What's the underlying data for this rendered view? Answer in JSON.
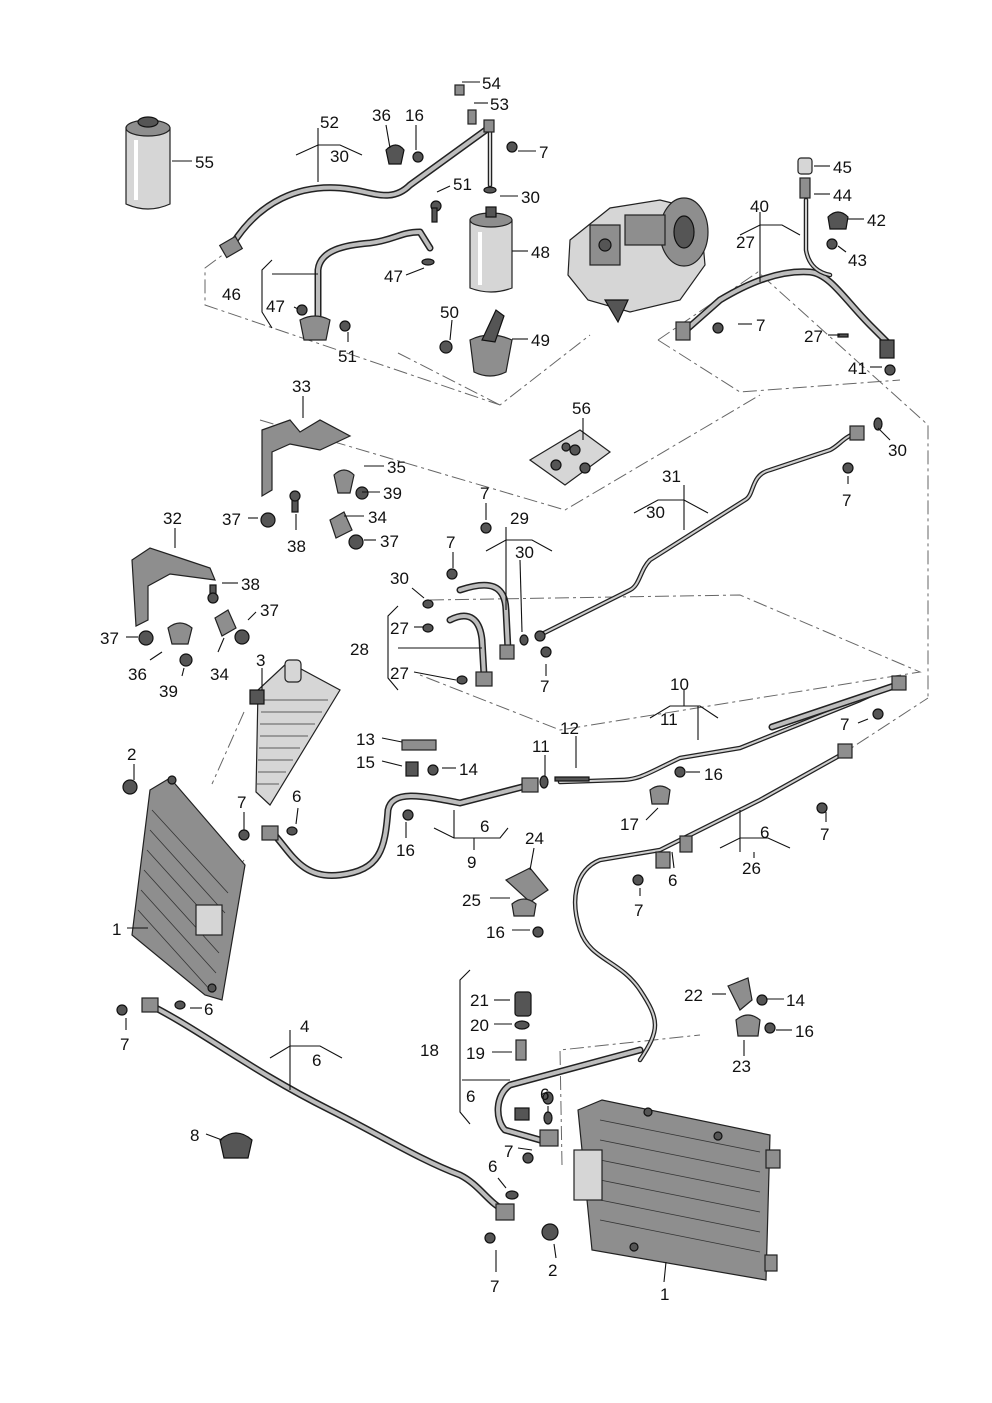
{
  "labels": [
    {
      "id": "55",
      "text": "55"
    },
    {
      "id": "52",
      "text": "52"
    },
    {
      "id": "30a",
      "text": "30"
    },
    {
      "id": "36a",
      "text": "36"
    },
    {
      "id": "16a",
      "text": "16"
    },
    {
      "id": "54",
      "text": "54"
    },
    {
      "id": "53",
      "text": "53"
    },
    {
      "id": "7a",
      "text": "7"
    },
    {
      "id": "51a",
      "text": "51"
    },
    {
      "id": "30b",
      "text": "30"
    },
    {
      "id": "48",
      "text": "48"
    },
    {
      "id": "47a",
      "text": "47"
    },
    {
      "id": "46",
      "text": "46"
    },
    {
      "id": "47b",
      "text": "47"
    },
    {
      "id": "51b",
      "text": "51"
    },
    {
      "id": "50",
      "text": "50"
    },
    {
      "id": "49",
      "text": "49"
    },
    {
      "id": "45",
      "text": "45"
    },
    {
      "id": "44",
      "text": "44"
    },
    {
      "id": "40",
      "text": "40"
    },
    {
      "id": "27a",
      "text": "27"
    },
    {
      "id": "42",
      "text": "42"
    },
    {
      "id": "43",
      "text": "43"
    },
    {
      "id": "7b",
      "text": "7"
    },
    {
      "id": "27b",
      "text": "27"
    },
    {
      "id": "41",
      "text": "41"
    },
    {
      "id": "56",
      "text": "56"
    },
    {
      "id": "33",
      "text": "33"
    },
    {
      "id": "35",
      "text": "35"
    },
    {
      "id": "39a",
      "text": "39"
    },
    {
      "id": "37a",
      "text": "37"
    },
    {
      "id": "34a",
      "text": "34"
    },
    {
      "id": "38a",
      "text": "38"
    },
    {
      "id": "37b",
      "text": "37"
    },
    {
      "id": "30c",
      "text": "30"
    },
    {
      "id": "31",
      "text": "31"
    },
    {
      "id": "30d",
      "text": "30"
    },
    {
      "id": "7c",
      "text": "7"
    },
    {
      "id": "7d",
      "text": "7"
    },
    {
      "id": "29",
      "text": "29"
    },
    {
      "id": "30e",
      "text": "30"
    },
    {
      "id": "7e",
      "text": "7"
    },
    {
      "id": "30f",
      "text": "30"
    },
    {
      "id": "28",
      "text": "28"
    },
    {
      "id": "27c",
      "text": "27"
    },
    {
      "id": "27d",
      "text": "27"
    },
    {
      "id": "7f",
      "text": "7"
    },
    {
      "id": "32",
      "text": "32"
    },
    {
      "id": "38b",
      "text": "38"
    },
    {
      "id": "37c",
      "text": "37"
    },
    {
      "id": "37d",
      "text": "37"
    },
    {
      "id": "36b",
      "text": "36"
    },
    {
      "id": "34b",
      "text": "34"
    },
    {
      "id": "39b",
      "text": "39"
    },
    {
      "id": "3",
      "text": "3"
    },
    {
      "id": "10",
      "text": "10"
    },
    {
      "id": "11a",
      "text": "11"
    },
    {
      "id": "7g",
      "text": "7"
    },
    {
      "id": "12",
      "text": "12"
    },
    {
      "id": "11b",
      "text": "11"
    },
    {
      "id": "13",
      "text": "13"
    },
    {
      "id": "15",
      "text": "15"
    },
    {
      "id": "14a",
      "text": "14"
    },
    {
      "id": "16b",
      "text": "16"
    },
    {
      "id": "17",
      "text": "17"
    },
    {
      "id": "7h",
      "text": "7"
    },
    {
      "id": "2a",
      "text": "2"
    },
    {
      "id": "7i",
      "text": "7"
    },
    {
      "id": "6a",
      "text": "6"
    },
    {
      "id": "6b",
      "text": "6"
    },
    {
      "id": "9",
      "text": "9"
    },
    {
      "id": "16c",
      "text": "16"
    },
    {
      "id": "6c",
      "text": "6"
    },
    {
      "id": "26",
      "text": "26"
    },
    {
      "id": "24",
      "text": "24"
    },
    {
      "id": "6d",
      "text": "6"
    },
    {
      "id": "7j",
      "text": "7"
    },
    {
      "id": "25",
      "text": "25"
    },
    {
      "id": "16d",
      "text": "16"
    },
    {
      "id": "1a",
      "text": "1"
    },
    {
      "id": "21",
      "text": "21"
    },
    {
      "id": "22",
      "text": "22"
    },
    {
      "id": "14b",
      "text": "14"
    },
    {
      "id": "20",
      "text": "20"
    },
    {
      "id": "16e",
      "text": "16"
    },
    {
      "id": "18",
      "text": "18"
    },
    {
      "id": "19",
      "text": "19"
    },
    {
      "id": "23",
      "text": "23"
    },
    {
      "id": "6e",
      "text": "6"
    },
    {
      "id": "7k",
      "text": "7"
    },
    {
      "id": "4",
      "text": "4"
    },
    {
      "id": "6f",
      "text": "6"
    },
    {
      "id": "6g",
      "text": "6"
    },
    {
      "id": "6h",
      "text": "6"
    },
    {
      "id": "8",
      "text": "8"
    },
    {
      "id": "7l",
      "text": "7"
    },
    {
      "id": "6i",
      "text": "6"
    },
    {
      "id": "2b",
      "text": "2"
    },
    {
      "id": "7m",
      "text": "7"
    },
    {
      "id": "1b",
      "text": "1"
    }
  ]
}
